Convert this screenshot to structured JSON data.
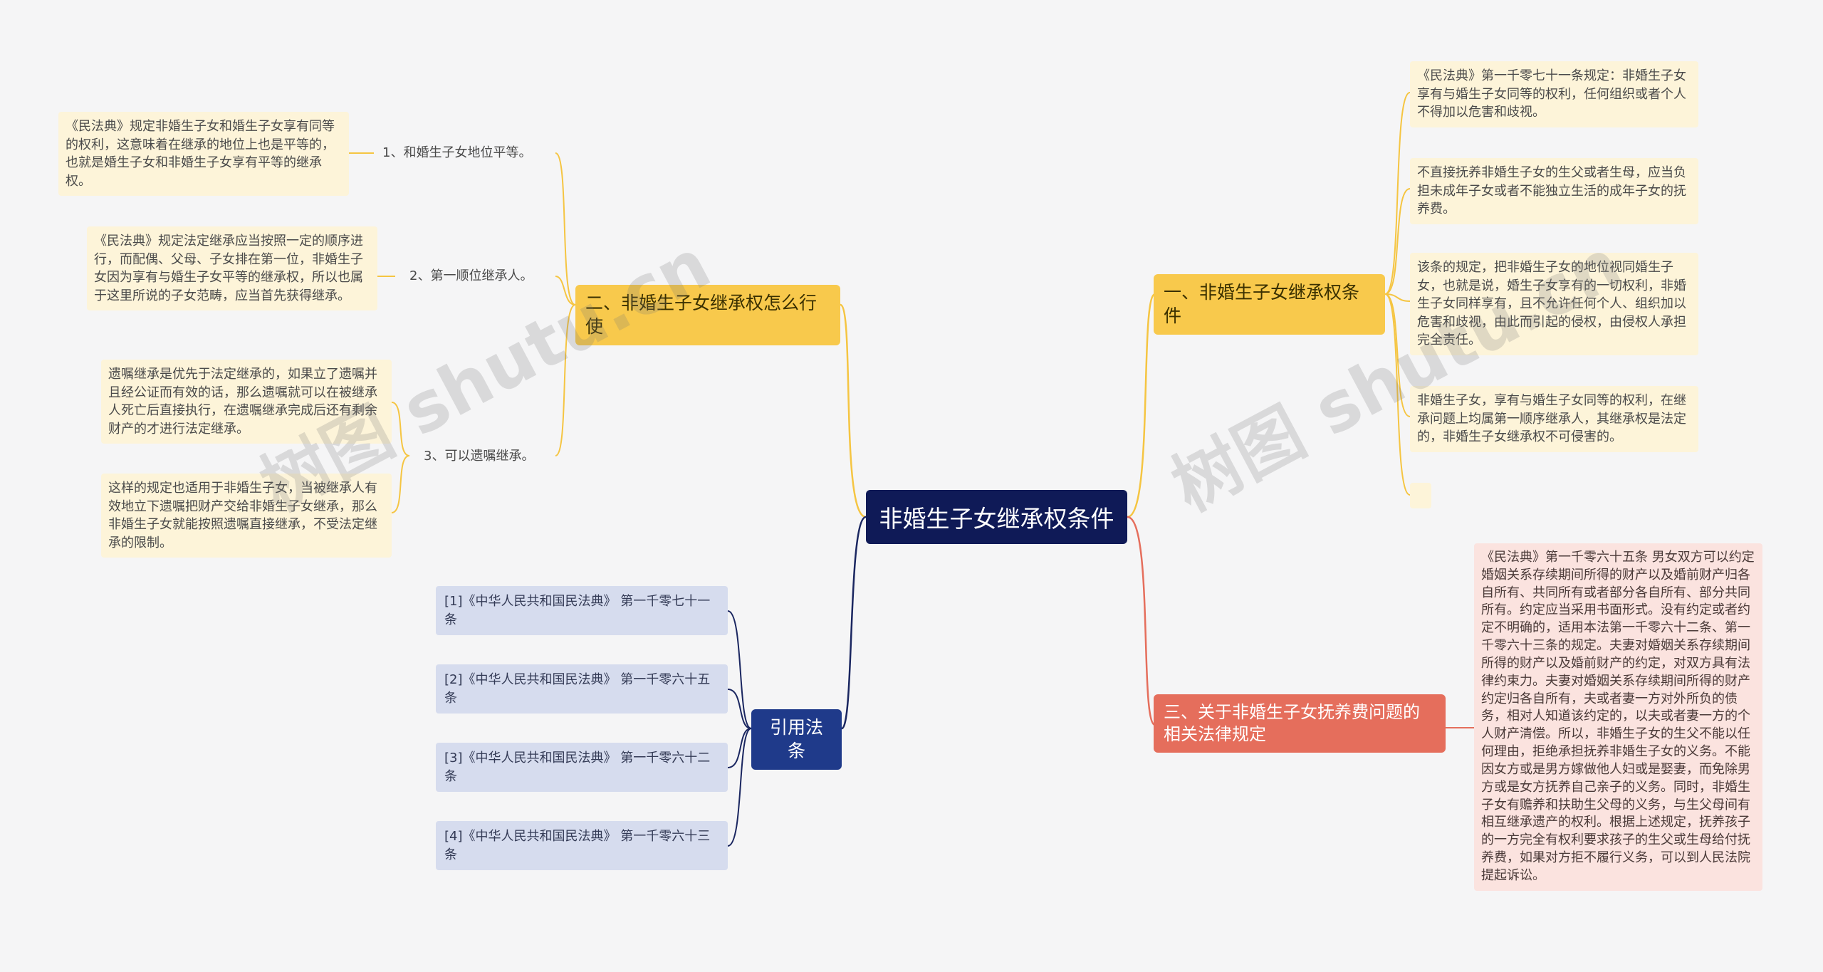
{
  "root": {
    "title": "非婚生子女继承权条件"
  },
  "branch1": {
    "title": "一、非婚生子女继承权条件",
    "leaves": [
      "《民法典》第一千零七十一条规定：非婚生子女享有与婚生子女同等的权利，任何组织或者个人不得加以危害和歧视。",
      "不直接抚养非婚生子女的生父或者生母，应当负担未成年子女或者不能独立生活的成年子女的抚养费。",
      "该条的规定，把非婚生子女的地位视同婚生子女，也就是说，婚生子女享有的一切权利，非婚生子女同样享有，且不允许任何个人、组织加以危害和歧视，由此而引起的侵权，由侵权人承担完全责任。",
      "非婚生子女，享有与婚生子女同等的权利，在继承问题上均属第一顺序继承人，其继承权是法定的，非婚生子女继承权不可侵害的。",
      ""
    ]
  },
  "branch2": {
    "title": "二、非婚生子女继承权怎么行使",
    "subs": [
      {
        "label": "1、和婚生子女地位平等。",
        "leaves": [
          "《民法典》规定非婚生子女和婚生子女享有同等的权利，这意味着在继承的地位上也是平等的，也就是婚生子女和非婚生子女享有平等的继承权。"
        ]
      },
      {
        "label": "2、第一顺位继承人。",
        "leaves": [
          "《民法典》规定法定继承应当按照一定的顺序进行，而配偶、父母、子女排在第一位，非婚生子女因为享有与婚生子女平等的继承权，所以也属于这里所说的子女范畴，应当首先获得继承。"
        ]
      },
      {
        "label": "3、可以遗嘱继承。",
        "leaves": [
          "遗嘱继承是优先于法定继承的，如果立了遗嘱并且经公证而有效的话，那么遗嘱就可以在被继承人死亡后直接执行，在遗嘱继承完成后还有剩余财产的才进行法定继承。",
          "这样的规定也适用于非婚生子女，当被继承人有效地立下遗嘱把财产交给非婚生子女继承，那么非婚生子女就能按照遗嘱直接继承，不受法定继承的限制。"
        ]
      }
    ]
  },
  "branch3": {
    "title": "三、关于非婚生子女抚养费问题的相关法律规定",
    "leaf": "《民法典》第一千零六十五条 男女双方可以约定婚姻关系存续期间所得的财产以及婚前财产归各自所有、共同所有或者部分各自所有、部分共同所有。约定应当采用书面形式。没有约定或者约定不明确的，适用本法第一千零六十二条、第一千零六十三条的规定。夫妻对婚姻关系存续期间所得的财产以及婚前财产的约定，对双方具有法律约束力。夫妻对婚姻关系存续期间所得的财产约定归各自所有，夫或者妻一方对外所负的债务，相对人知道该约定的，以夫或者妻一方的个人财产清偿。所以，非婚生子女的生父不能以任何理由，拒绝承担抚养非婚生子女的义务。不能因女方或是男方嫁做他人妇或是娶妻，而免除男方或是女方抚养自己亲子的义务。同时，非婚生子女有赡养和扶助生父母的义务，与生父母间有相互继承遗产的权利。根据上述规定，抚养孩子的一方完全有权利要求孩子的生父或生母给付抚养费，如果对方拒不履行义务，可以到人民法院提起诉讼。"
  },
  "branch4": {
    "title": "引用法条",
    "refs": [
      "[1]《中华人民共和国民法典》 第一千零七十一条",
      "[2]《中华人民共和国民法典》 第一千零六十五条",
      "[3]《中华人民共和国民法典》 第一千零六十二条",
      "[4]《中华人民共和国民法典》 第一千零六十三条"
    ]
  },
  "watermark": "树图 shutu.cn",
  "colors": {
    "background": "#f5f5f6",
    "root": "#0f1a57",
    "yellow": "#f8c94c",
    "red": "#e56e5c",
    "blue": "#1f3a8a",
    "leaf_yellow": "#fdf4d9",
    "leaf_pink": "#fbe3df",
    "ref_blue": "#d6dcee",
    "line_yellow": "#f5c542",
    "line_red": "#e56e5c",
    "line_navy": "#1a2660"
  }
}
